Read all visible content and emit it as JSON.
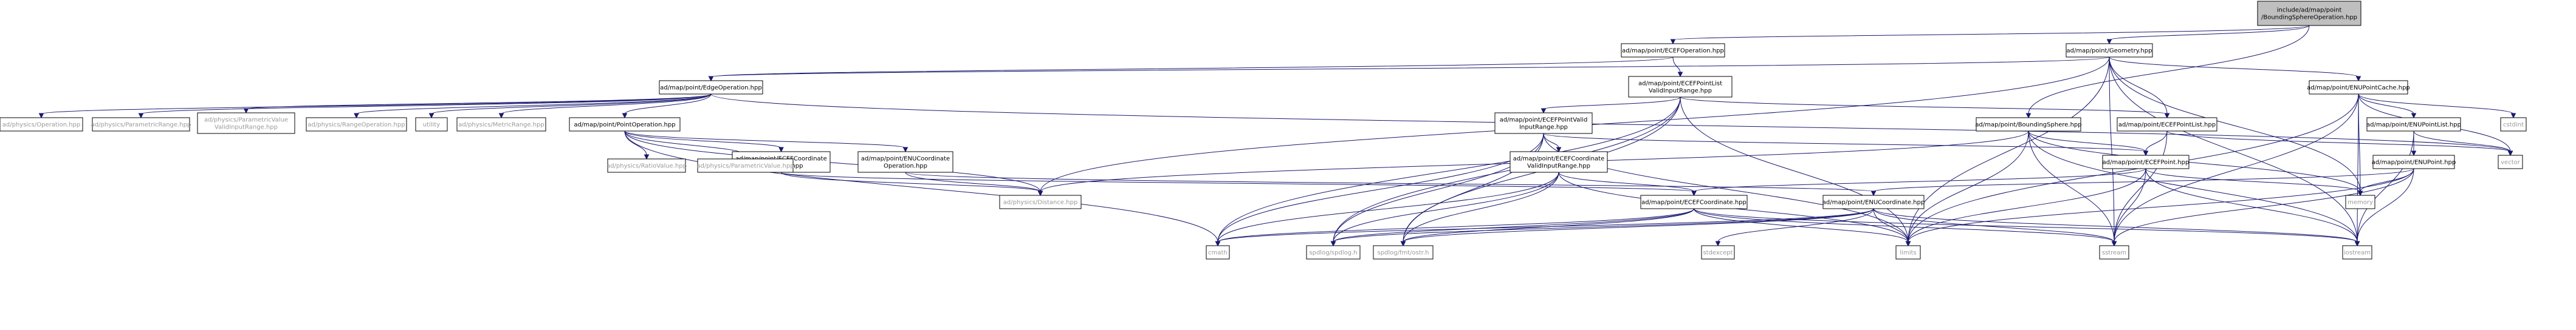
{
  "colors": {
    "root_fill": "#bfbfbf",
    "node_fill": "#ffffff",
    "ext_fill": "#ffffff",
    "ext_border": "#bfbfbf",
    "ext_text": "#9a9a9a",
    "edge": "#191970"
  },
  "nodes": [
    {
      "id": "root",
      "kind": "root",
      "lines": [
        "include/ad/map/point",
        "/BoundingSphereOperation.hpp"
      ]
    },
    {
      "id": "ecefop",
      "kind": "internal",
      "lines": [
        "ad/map/point/ECEFOperation.hpp"
      ]
    },
    {
      "id": "geometry",
      "kind": "internal",
      "lines": [
        "ad/map/point/Geometry.hpp"
      ]
    },
    {
      "id": "edgeop",
      "kind": "internal",
      "lines": [
        "ad/map/point/EdgeOperation.hpp"
      ]
    },
    {
      "id": "ecefplvir",
      "kind": "internal",
      "lines": [
        "ad/map/point/ECEFPointList",
        "ValidInputRange.hpp"
      ]
    },
    {
      "id": "enucache",
      "kind": "internal",
      "lines": [
        "ad/map/point/ENUPointCache.hpp"
      ]
    },
    {
      "id": "pointop",
      "kind": "internal",
      "lines": [
        "ad/map/point/PointOperation.hpp"
      ]
    },
    {
      "id": "ecefpvir",
      "kind": "internal",
      "lines": [
        "ad/map/point/ECEFPointValid",
        "InputRange.hpp"
      ]
    },
    {
      "id": "bsphere",
      "kind": "internal",
      "lines": [
        "ad/map/point/BoundingSphere.hpp"
      ]
    },
    {
      "id": "ecefpl",
      "kind": "internal",
      "lines": [
        "ad/map/point/ECEFPointList.hpp"
      ]
    },
    {
      "id": "enupl",
      "kind": "internal",
      "lines": [
        "ad/map/point/ENUPointList.hpp"
      ]
    },
    {
      "id": "ecefcoordop",
      "kind": "internal",
      "lines": [
        "ad/map/point/ECEFCoordinate",
        "Operation.hpp"
      ]
    },
    {
      "id": "enucoordop",
      "kind": "internal",
      "lines": [
        "ad/map/point/ENUCoordinate",
        "Operation.hpp"
      ]
    },
    {
      "id": "ecefcvir",
      "kind": "internal",
      "lines": [
        "ad/map/point/ECEFCoordinate",
        "ValidInputRange.hpp"
      ]
    },
    {
      "id": "ecefpoint",
      "kind": "internal",
      "lines": [
        "ad/map/point/ECEFPoint.hpp"
      ]
    },
    {
      "id": "enupoint",
      "kind": "internal",
      "lines": [
        "ad/map/point/ENUPoint.hpp"
      ]
    },
    {
      "id": "ecefcoord",
      "kind": "internal",
      "lines": [
        "ad/map/point/ECEFCoordinate.hpp"
      ]
    },
    {
      "id": "enucoord",
      "kind": "internal",
      "lines": [
        "ad/map/point/ENUCoordinate.hpp"
      ]
    },
    {
      "id": "phys_op",
      "kind": "external",
      "lines": [
        "ad/physics/Operation.hpp"
      ]
    },
    {
      "id": "phys_pr",
      "kind": "external",
      "lines": [
        "ad/physics/ParametricRange.hpp"
      ]
    },
    {
      "id": "phys_pvvir",
      "kind": "external",
      "lines": [
        "ad/physics/ParametricValue",
        "ValidInputRange.hpp"
      ]
    },
    {
      "id": "phys_rop",
      "kind": "external",
      "lines": [
        "ad/physics/RangeOperation.hpp"
      ]
    },
    {
      "id": "utility",
      "kind": "external",
      "lines": [
        "utility"
      ]
    },
    {
      "id": "phys_mr",
      "kind": "external",
      "lines": [
        "ad/physics/MetricRange.hpp"
      ]
    },
    {
      "id": "phys_rv",
      "kind": "external",
      "lines": [
        "ad/physics/RatioValue.hpp"
      ]
    },
    {
      "id": "phys_pv",
      "kind": "external",
      "lines": [
        "ad/physics/ParametricValue.hpp"
      ]
    },
    {
      "id": "phys_dist",
      "kind": "external",
      "lines": [
        "ad/physics/Distance.hpp"
      ]
    },
    {
      "id": "cstdint",
      "kind": "external",
      "lines": [
        "cstdint"
      ]
    },
    {
      "id": "vector",
      "kind": "external",
      "lines": [
        "vector"
      ]
    },
    {
      "id": "memory",
      "kind": "external",
      "lines": [
        "memory"
      ]
    },
    {
      "id": "cmath",
      "kind": "external",
      "lines": [
        "cmath"
      ]
    },
    {
      "id": "spdlog",
      "kind": "external",
      "lines": [
        "spdlog/spdlog.h"
      ]
    },
    {
      "id": "fmtostr",
      "kind": "external",
      "lines": [
        "spdlog/fmt/ostr.h"
      ]
    },
    {
      "id": "stdexcept",
      "kind": "external",
      "lines": [
        "stdexcept"
      ]
    },
    {
      "id": "limits",
      "kind": "external",
      "lines": [
        "limits"
      ]
    },
    {
      "id": "sstream",
      "kind": "external",
      "lines": [
        "sstream"
      ]
    },
    {
      "id": "iostream",
      "kind": "external",
      "lines": [
        "iostream"
      ]
    }
  ],
  "edges": [
    [
      "root",
      "ecefop"
    ],
    [
      "root",
      "geometry"
    ],
    [
      "root",
      "bsphere"
    ],
    [
      "ecefop",
      "edgeop"
    ],
    [
      "ecefop",
      "ecefplvir"
    ],
    [
      "geometry",
      "edgeop"
    ],
    [
      "geometry",
      "ecefpl"
    ],
    [
      "geometry",
      "enucache"
    ],
    [
      "geometry",
      "phys_dist"
    ],
    [
      "geometry",
      "limits"
    ],
    [
      "geometry",
      "memory"
    ],
    [
      "geometry",
      "iostream"
    ],
    [
      "geometry",
      "sstream"
    ],
    [
      "edgeop",
      "phys_op"
    ],
    [
      "edgeop",
      "phys_pr"
    ],
    [
      "edgeop",
      "phys_pvvir"
    ],
    [
      "edgeop",
      "phys_rop"
    ],
    [
      "edgeop",
      "utility"
    ],
    [
      "edgeop",
      "phys_mr"
    ],
    [
      "edgeop",
      "pointop"
    ],
    [
      "edgeop",
      "vector"
    ],
    [
      "ecefplvir",
      "ecefpvir"
    ],
    [
      "ecefplvir",
      "ecefpl"
    ],
    [
      "ecefplvir",
      "cmath"
    ],
    [
      "ecefplvir",
      "limits"
    ],
    [
      "ecefplvir",
      "spdlog"
    ],
    [
      "ecefplvir",
      "fmtostr"
    ],
    [
      "enucache",
      "enupl"
    ],
    [
      "enucache",
      "cstdint"
    ],
    [
      "enucache",
      "vector"
    ],
    [
      "enucache",
      "memory"
    ],
    [
      "enucache",
      "iostream"
    ],
    [
      "enucache",
      "sstream"
    ],
    [
      "enucache",
      "limits"
    ],
    [
      "pointop",
      "phys_rv"
    ],
    [
      "pointop",
      "phys_pv"
    ],
    [
      "pointop",
      "ecefcoordop"
    ],
    [
      "pointop",
      "enucoordop"
    ],
    [
      "pointop",
      "phys_dist"
    ],
    [
      "pointop",
      "cmath"
    ],
    [
      "ecefpvir",
      "ecefcvir"
    ],
    [
      "ecefpvir",
      "ecefpoint"
    ],
    [
      "ecefpvir",
      "limits"
    ],
    [
      "ecefpvir",
      "spdlog"
    ],
    [
      "ecefpvir",
      "fmtostr"
    ],
    [
      "ecefpvir",
      "cmath"
    ],
    [
      "bsphere",
      "ecefpoint"
    ],
    [
      "bsphere",
      "phys_dist"
    ],
    [
      "bsphere",
      "limits"
    ],
    [
      "bsphere",
      "memory"
    ],
    [
      "bsphere",
      "sstream"
    ],
    [
      "bsphere",
      "iostream"
    ],
    [
      "ecefpl",
      "ecefpoint"
    ],
    [
      "ecefpl",
      "vector"
    ],
    [
      "ecefpl",
      "sstream"
    ],
    [
      "enupl",
      "enupoint"
    ],
    [
      "enupl",
      "vector"
    ],
    [
      "enupl",
      "iostream"
    ],
    [
      "ecefcoordop",
      "ecefcoord"
    ],
    [
      "ecefcoordop",
      "phys_dist"
    ],
    [
      "enucoordop",
      "enucoord"
    ],
    [
      "enucoordop",
      "phys_dist"
    ],
    [
      "ecefcvir",
      "ecefcoord"
    ],
    [
      "ecefcvir",
      "cmath"
    ],
    [
      "ecefcvir",
      "limits"
    ],
    [
      "ecefcvir",
      "spdlog"
    ],
    [
      "ecefcvir",
      "fmtostr"
    ],
    [
      "ecefpoint",
      "ecefcoord"
    ],
    [
      "ecefpoint",
      "memory"
    ],
    [
      "ecefpoint",
      "limits"
    ],
    [
      "ecefpoint",
      "sstream"
    ],
    [
      "ecefpoint",
      "iostream"
    ],
    [
      "enupoint",
      "enucoord"
    ],
    [
      "enupoint",
      "memory"
    ],
    [
      "enupoint",
      "limits"
    ],
    [
      "enupoint",
      "sstream"
    ],
    [
      "enupoint",
      "iostream"
    ],
    [
      "ecefcoord",
      "cmath"
    ],
    [
      "ecefcoord",
      "limits"
    ],
    [
      "ecefcoord",
      "spdlog"
    ],
    [
      "ecefcoord",
      "fmtostr"
    ],
    [
      "ecefcoord",
      "sstream"
    ],
    [
      "ecefcoord",
      "iostream"
    ],
    [
      "enucoord",
      "cmath"
    ],
    [
      "enucoord",
      "limits"
    ],
    [
      "enucoord",
      "stdexcept"
    ],
    [
      "enucoord",
      "spdlog"
    ],
    [
      "enucoord",
      "fmtostr"
    ],
    [
      "enucoord",
      "sstream"
    ],
    [
      "enucoord",
      "iostream"
    ]
  ]
}
